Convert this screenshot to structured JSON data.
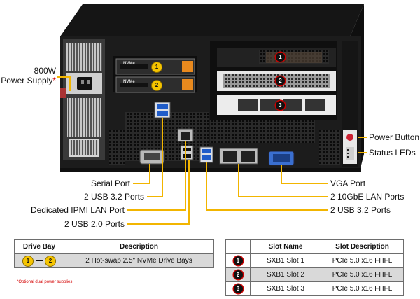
{
  "labels": {
    "power_supply_line1": "800W",
    "power_supply_line2": "Power Supply",
    "power_supply_mark": "*",
    "power_button": "Power Button",
    "status_leds": "Status LEDs",
    "serial_port": "Serial Port",
    "usb32_left": "2 USB 3.2 Ports",
    "ipmi_lan": "Dedicated IPMI LAN Port",
    "usb20": "2 USB 2.0 Ports",
    "vga_port": "VGA Port",
    "lan_10gbe": "2 10GbE LAN Ports",
    "usb32_right": "2 USB 3.2 Ports"
  },
  "drive_badges": [
    "1",
    "2"
  ],
  "drive_tag": "NVMe",
  "slot_badges": [
    "1",
    "2",
    "3"
  ],
  "drive_table": {
    "headers": [
      "Drive Bay",
      "Description"
    ],
    "row": {
      "bay_from": "1",
      "bay_to": "2",
      "description": "2 Hot-swap 2.5\" NVMe Drive Bays"
    }
  },
  "slot_table": {
    "headers": [
      "",
      "Slot Name",
      "Slot Description"
    ],
    "rows": [
      {
        "num": "1",
        "name": "SXB1 Slot 1",
        "desc": "PCIe 5.0 x16 FHFL"
      },
      {
        "num": "2",
        "name": "SXB1 Slot 2",
        "desc": "PCIe 5.0 x16 FHFL"
      },
      {
        "num": "3",
        "name": "SXB1 Slot 3",
        "desc": "PCIe 5.0 x16 FHFL"
      }
    ]
  },
  "footnote": "*Optional dual power supplies",
  "colors": {
    "leader": "#f2b500",
    "badge_ring": "#cc0000",
    "drive_badge": "#f5c400",
    "chassis": "#1c1c1c",
    "table_fill": "#d9d9d9"
  }
}
